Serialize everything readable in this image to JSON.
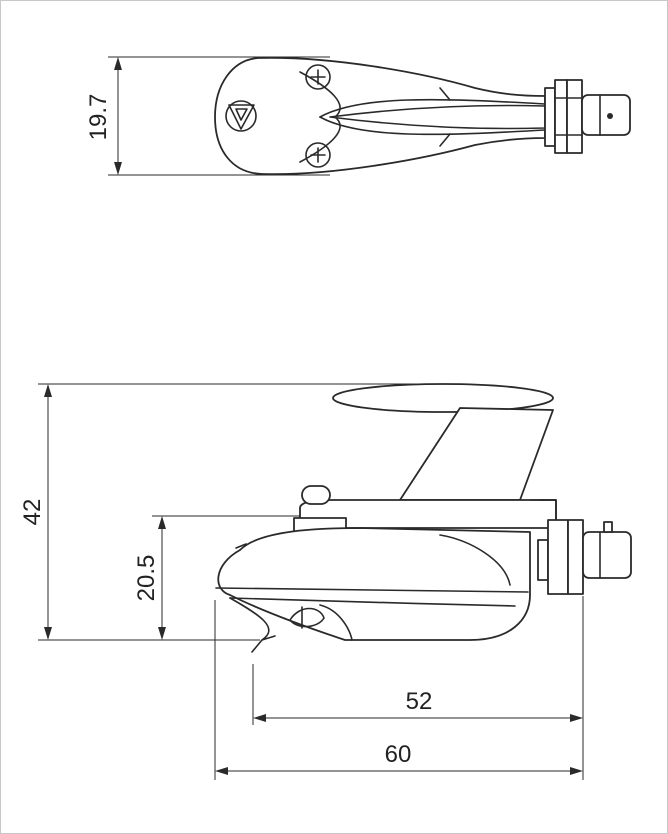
{
  "dimensions": {
    "top_width": "19.7",
    "total_height": "42",
    "body_height": "20.5",
    "stylus_to_connector": "52",
    "total_length": "60"
  },
  "colors": {
    "line": "#2a2a2a",
    "background": "#ffffff",
    "frame": "#c8c8c8"
  }
}
